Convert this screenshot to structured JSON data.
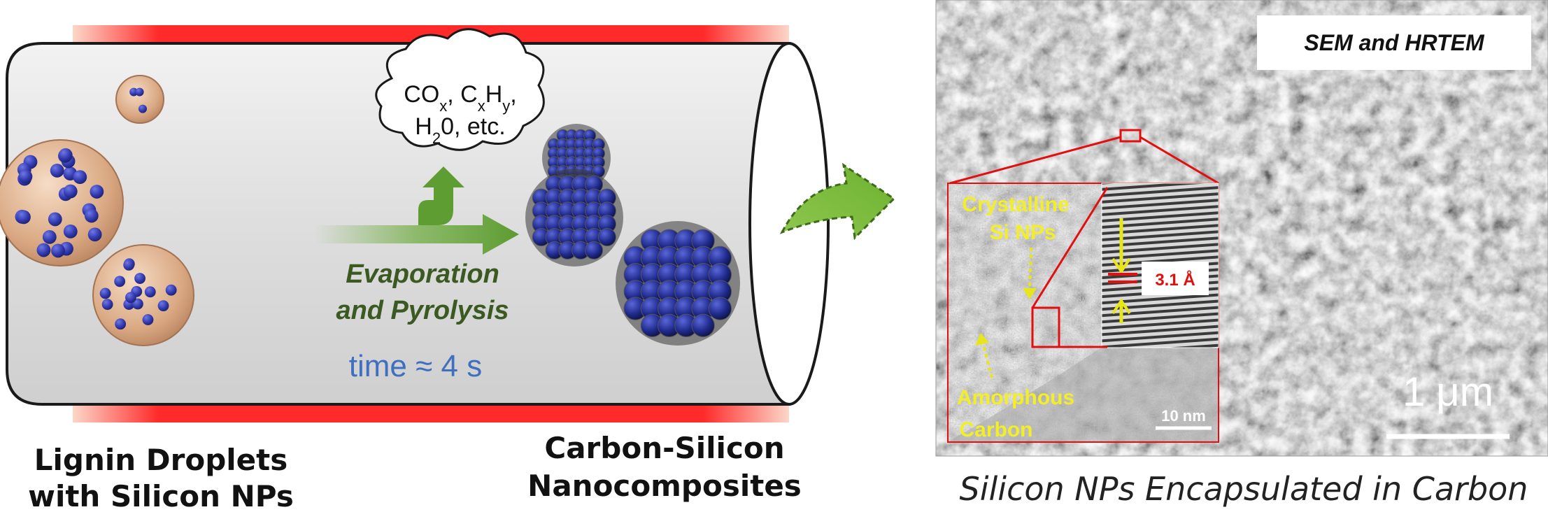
{
  "cloud_text": {
    "line1_a": "CO",
    "line1_a_sub": "x",
    "line1_b": ", C",
    "line1_b_sub": "x",
    "line1_c": "H",
    "line1_c_sub": "y",
    "line1_d": ",",
    "line2_a": "H",
    "line2_a_sub": "2",
    "line2_b": "0, etc."
  },
  "process": {
    "line1": "Evaporation",
    "line2": "and Pyrolysis",
    "time": "time ≈ 4 s"
  },
  "labels": {
    "left_line1": "Lignin Droplets",
    "left_line2": "with Silicon NPs",
    "mid_line1": "Carbon-Silicon",
    "mid_line2": "Nanocomposites"
  },
  "micrograph": {
    "badge": "SEM and HRTEM",
    "crystalline_line1": "Crystalline",
    "crystalline_line2": "Si NPs",
    "amorphous_line1": "Amorphous",
    "amorphous_line2": "Carbon",
    "lattice": "3.1 Å",
    "scale_small": "10 nm",
    "scale_large": "1 μm",
    "caption": "Silicon NPs Encapsulated in Carbon"
  },
  "colors": {
    "process_text": "#3b5a21",
    "time_text": "#3f6fbf",
    "heater_red": "#ff1a1a",
    "annotation_yellow": "#f2ee2a",
    "lattice_red": "#e01010"
  }
}
